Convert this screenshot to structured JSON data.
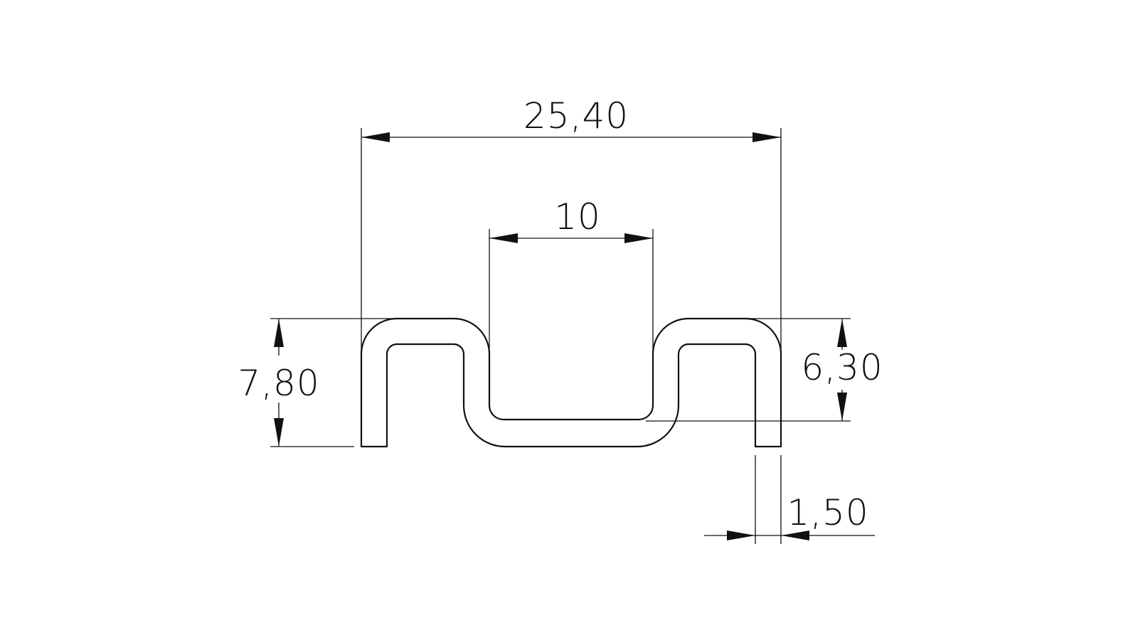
{
  "drawing": {
    "dimensions": {
      "overall_width": "25,40",
      "channel_width": "10",
      "overall_height": "7,80",
      "inner_height": "6,30",
      "thickness": "1,50"
    },
    "colors": {
      "line": "#111111",
      "background": "#ffffff"
    }
  }
}
